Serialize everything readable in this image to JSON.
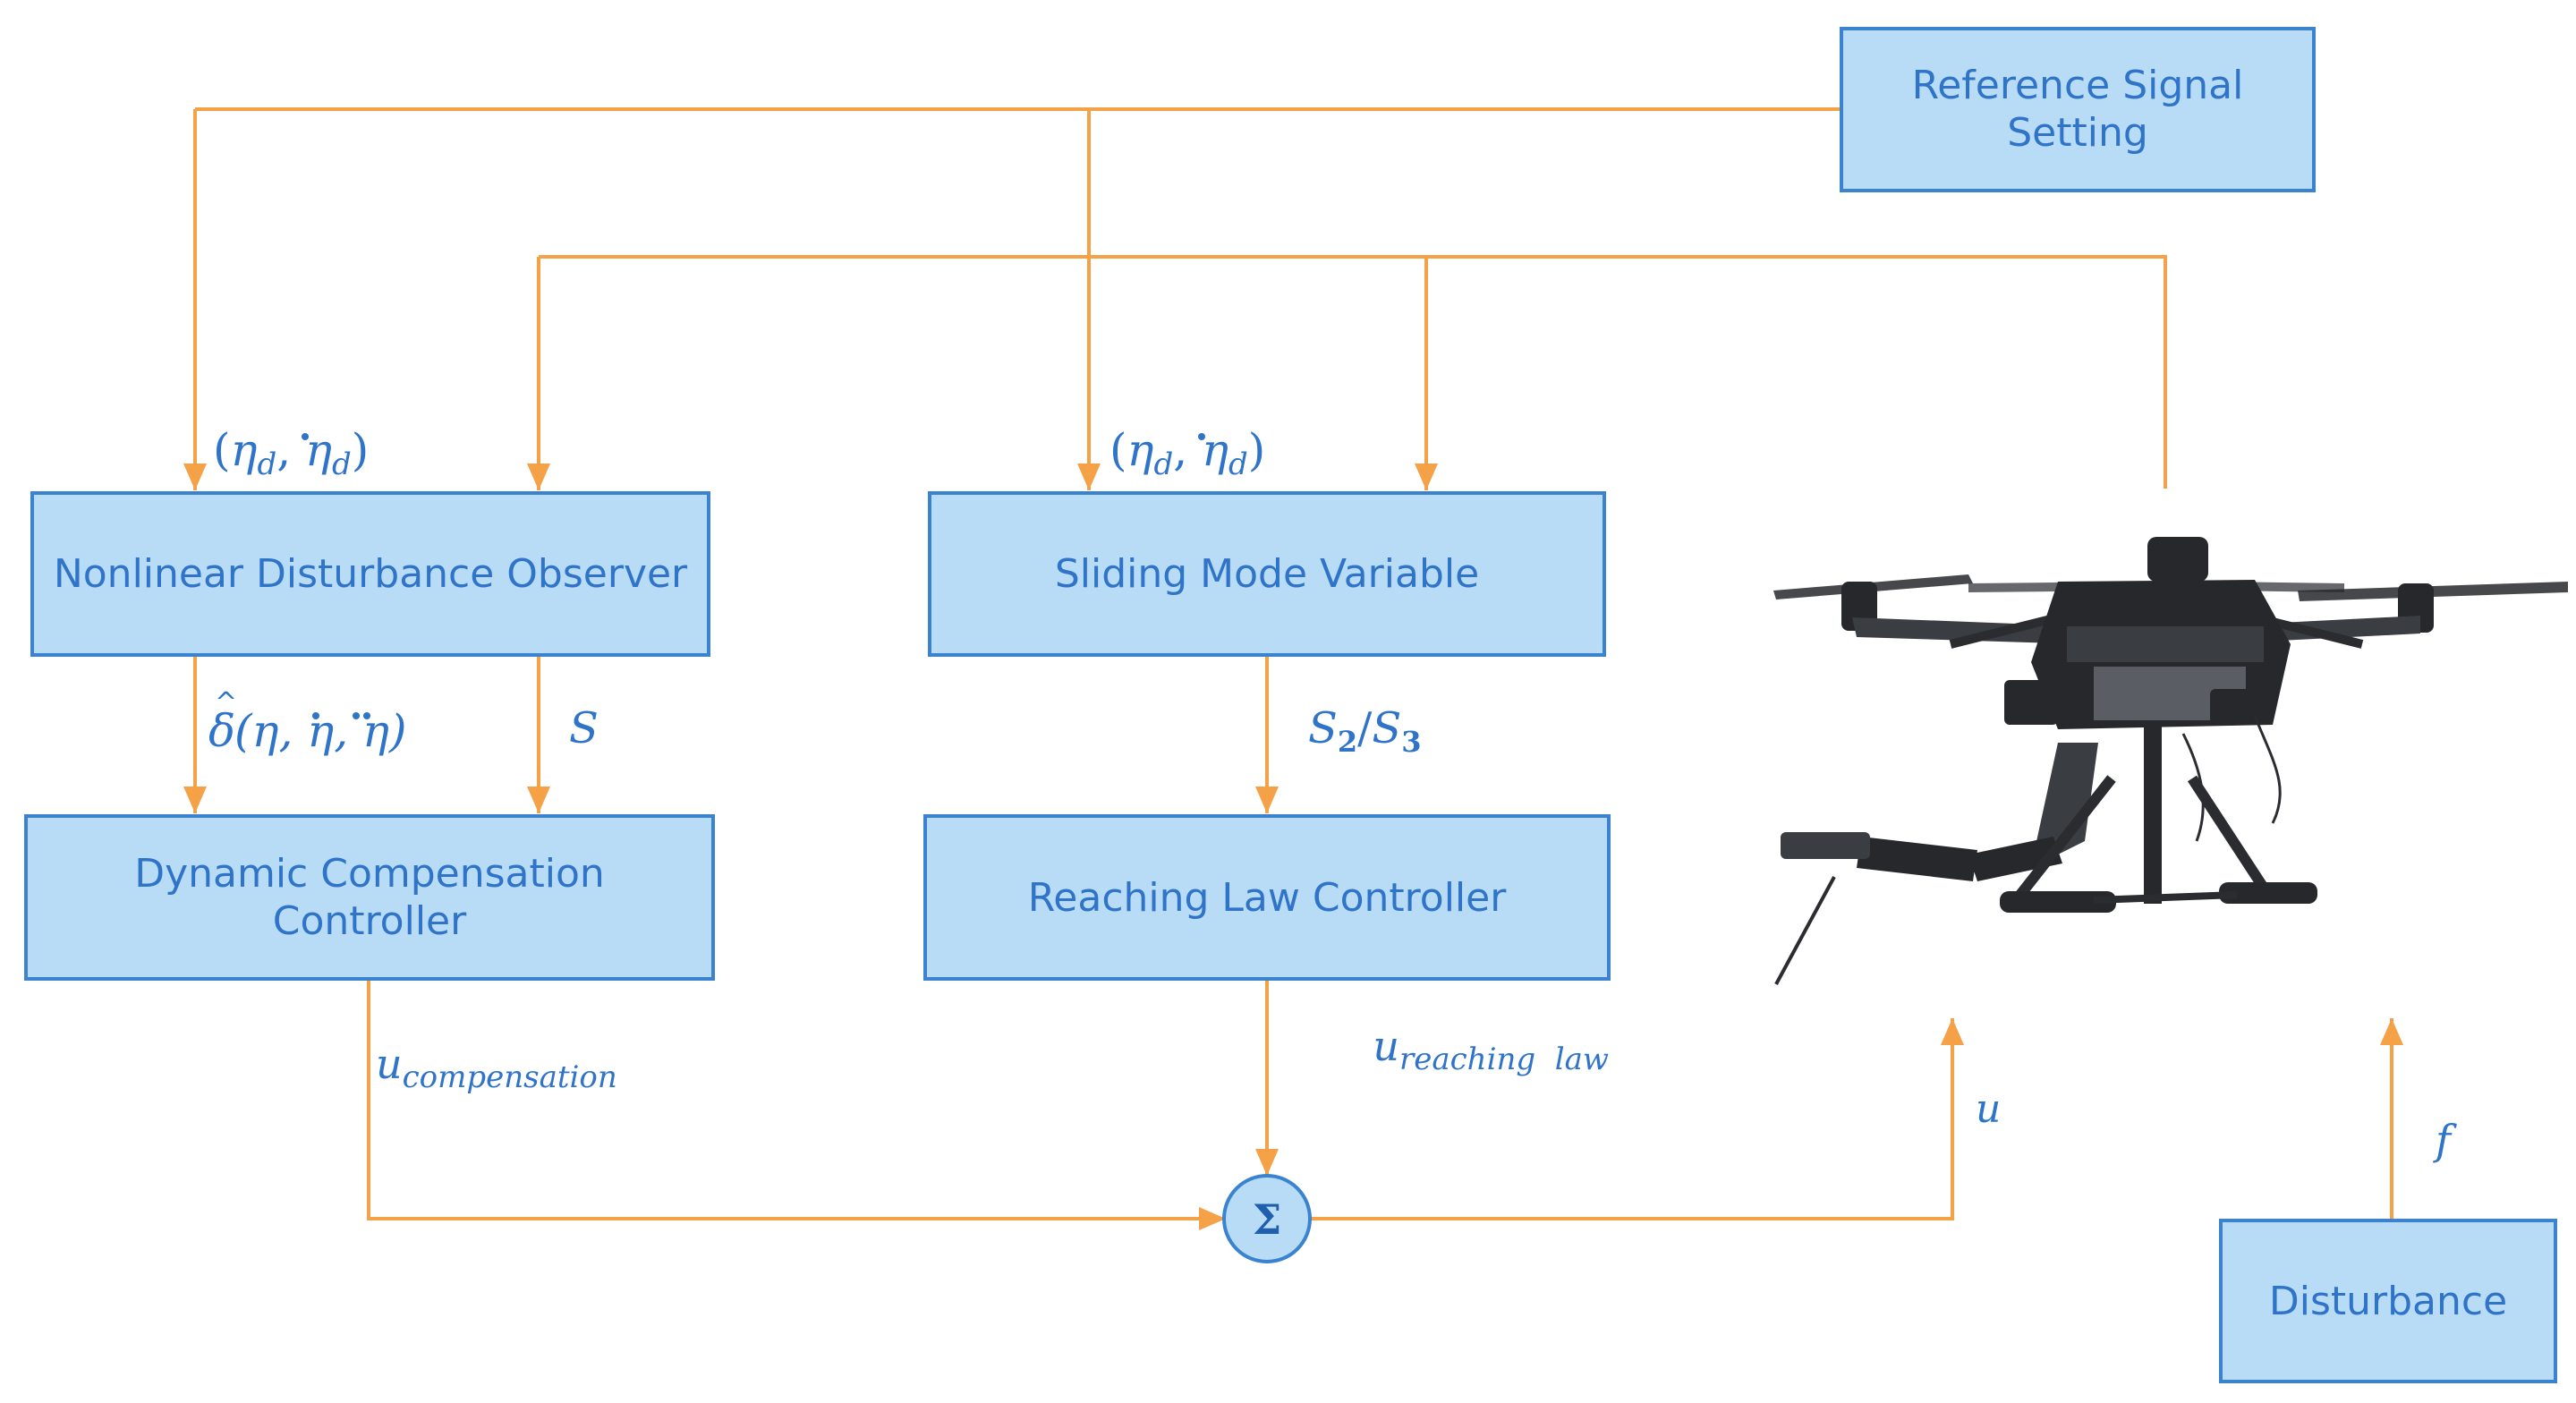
{
  "blocks": {
    "reference": {
      "line1": "Reference Signal",
      "line2": "Setting"
    },
    "observer": {
      "label": "Nonlinear Disturbance Observer"
    },
    "sliding": {
      "label": "Sliding Mode Variable"
    },
    "compensation": {
      "line1": "Dynamic Compensation",
      "line2": "Controller"
    },
    "reaching": {
      "label": "Reaching Law Controller"
    },
    "disturbance": {
      "label": "Disturbance"
    },
    "sum": {
      "label": "Σ"
    }
  },
  "signals": {
    "ref_left": {
      "open": "(",
      "eta": "η",
      "sub": "d",
      "comma": ", ",
      "close": ")"
    },
    "ref_mid": {
      "open": "(",
      "eta": "η",
      "sub": "d",
      "comma": ", ",
      "close": ")"
    },
    "delta": {
      "base": "δ",
      "args": "(η, η, η)"
    },
    "s": "S",
    "s2s3": {
      "a": "S",
      "a_sub": "2",
      "slash": "/",
      "b": "S",
      "b_sub": "3"
    },
    "u_comp": {
      "base": "u",
      "sub": "compensation"
    },
    "u_reach": {
      "base": "u",
      "sub": "reaching  law"
    },
    "u": "u",
    "f": "f"
  },
  "colors": {
    "box_fill": "#b8dcf6",
    "box_stroke": "#3b83cf",
    "text": "#2f74c9",
    "wire": "#f4a148"
  },
  "icons": [
    "hexacopter-drone-photo",
    "sum-junction"
  ]
}
